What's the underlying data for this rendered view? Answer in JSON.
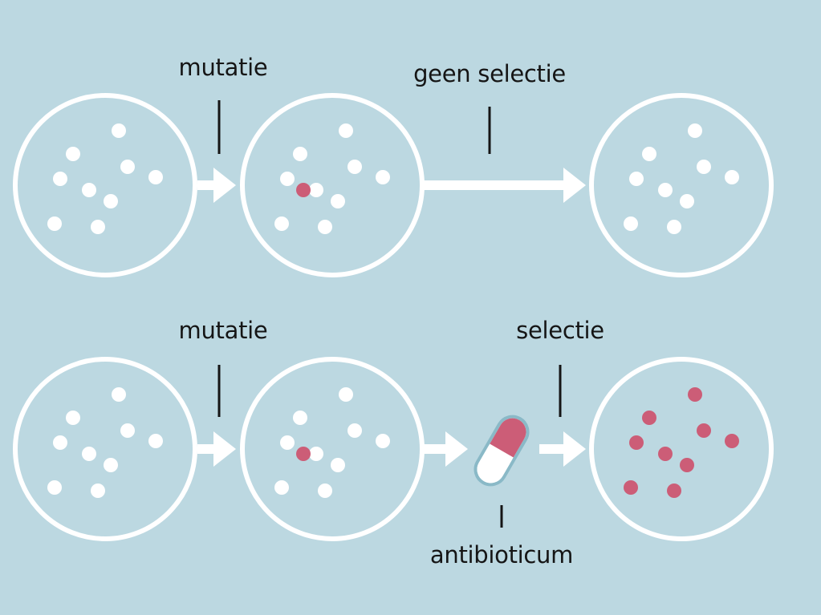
{
  "colors": {
    "background": "#bcd8e1",
    "dish_stroke": "#ffffff",
    "normal_bacterium": "#ffffff",
    "mutant_bacterium": "#cc5d77",
    "pill_cap": "#cc5d77",
    "pill_body": "#ffffff",
    "pill_outline": "#8ab9c7",
    "text": "#151515"
  },
  "rows": [
    {
      "name": "no-selection",
      "labels": {
        "mutation": "mutatie",
        "outcome": "geen selectie"
      },
      "stages": [
        {
          "name": "initial",
          "bacteria": "normal"
        },
        {
          "name": "after-mutation",
          "bacteria": "one-mutant"
        },
        {
          "name": "result",
          "bacteria": "normal"
        }
      ]
    },
    {
      "name": "with-selection",
      "labels": {
        "mutation": "mutatie",
        "outcome": "selectie",
        "agent": "antibioticum"
      },
      "stages": [
        {
          "name": "initial",
          "bacteria": "normal"
        },
        {
          "name": "after-mutation",
          "bacteria": "one-mutant"
        },
        {
          "name": "result",
          "bacteria": "all-mutant"
        }
      ],
      "agent_icon": "pill-capsule-icon"
    }
  ]
}
